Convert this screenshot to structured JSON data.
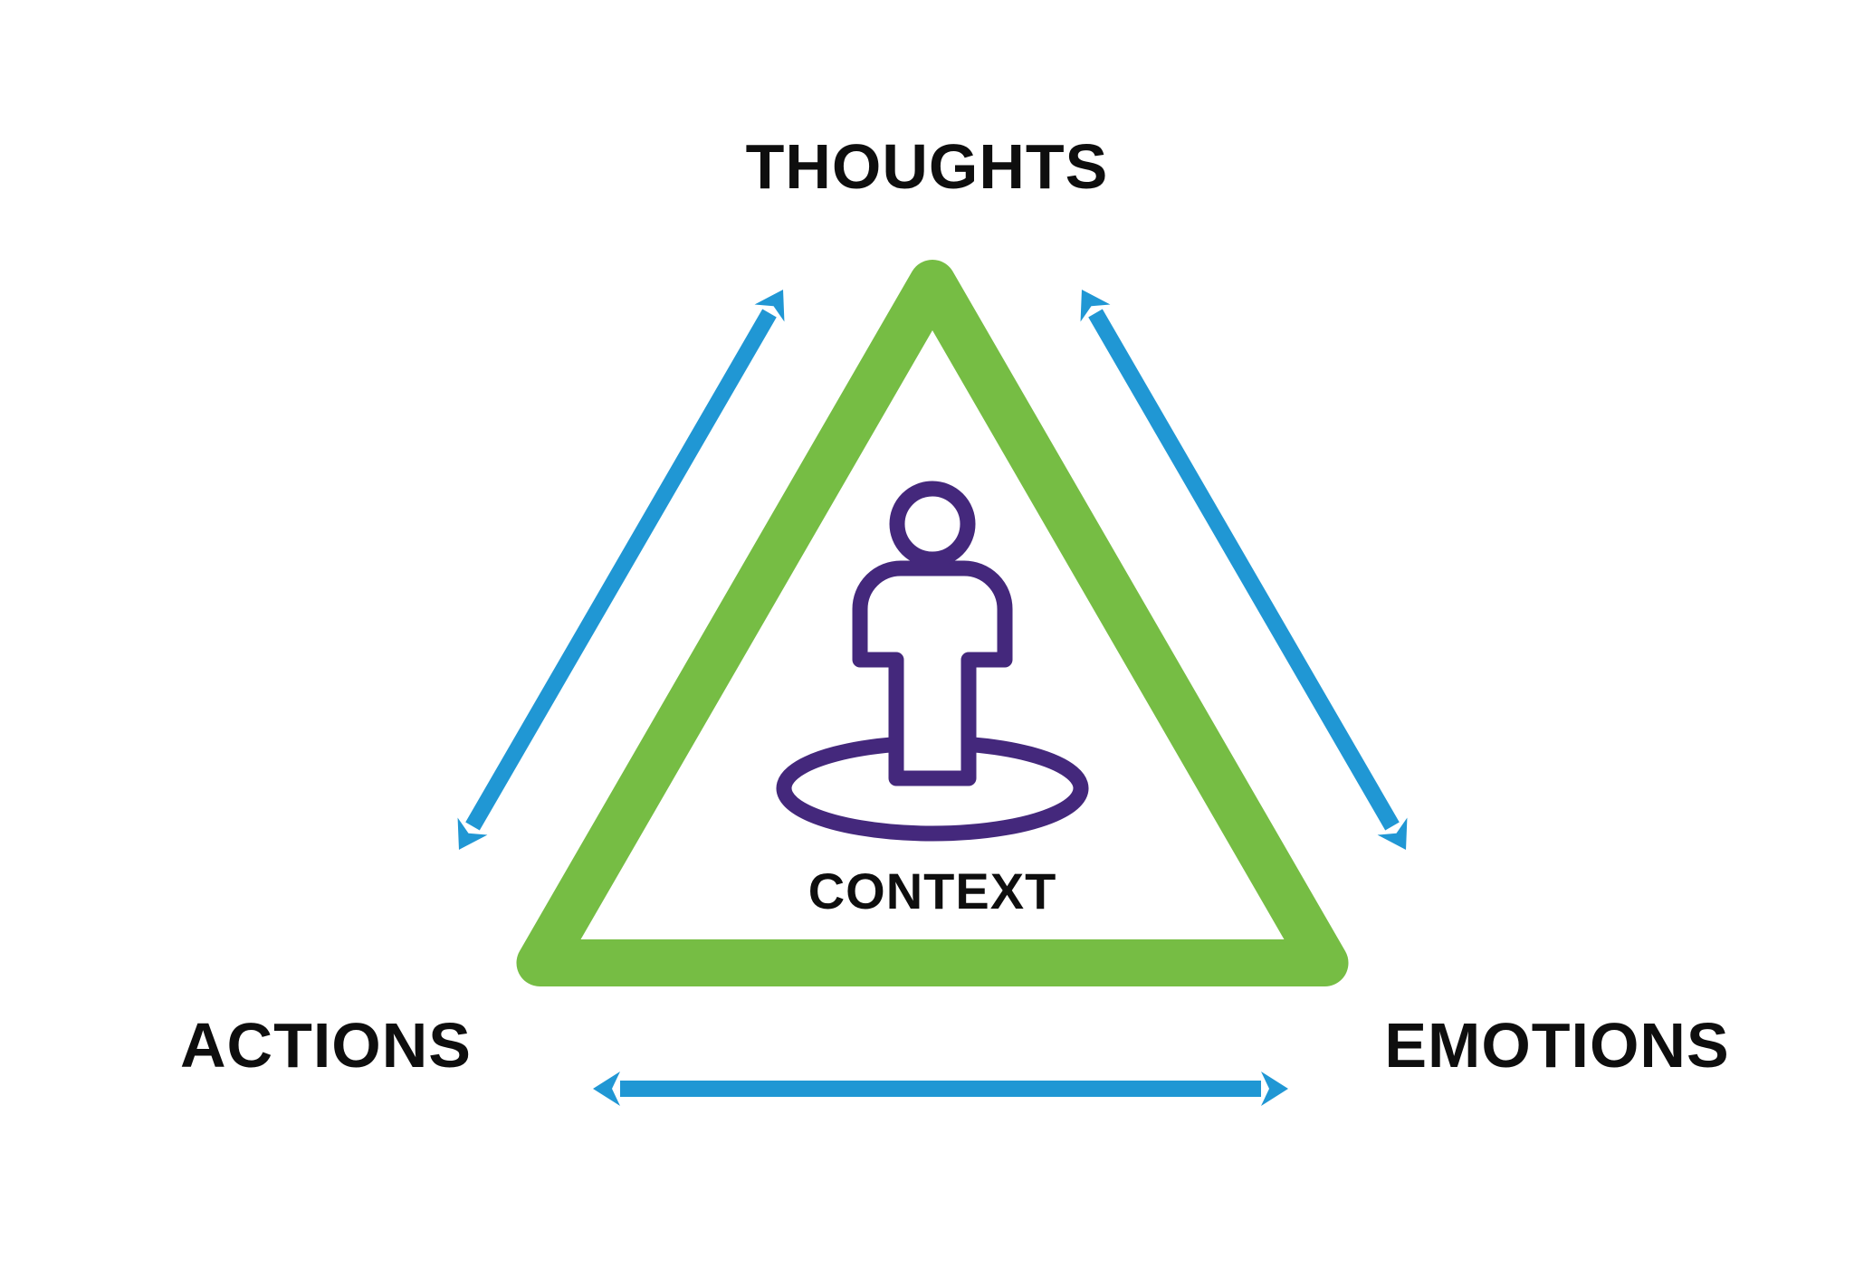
{
  "diagram": {
    "type": "cbt-triangle",
    "labels": {
      "top": "THOUGHTS",
      "bottom_left": "ACTIONS",
      "bottom_right": "EMOTIONS",
      "center": "CONTEXT"
    },
    "colors": {
      "triangle": "#76BD44",
      "arrows": "#2097D4",
      "person": "#44287C",
      "text": "#0E0E0E",
      "background": "#FFFFFF"
    }
  }
}
